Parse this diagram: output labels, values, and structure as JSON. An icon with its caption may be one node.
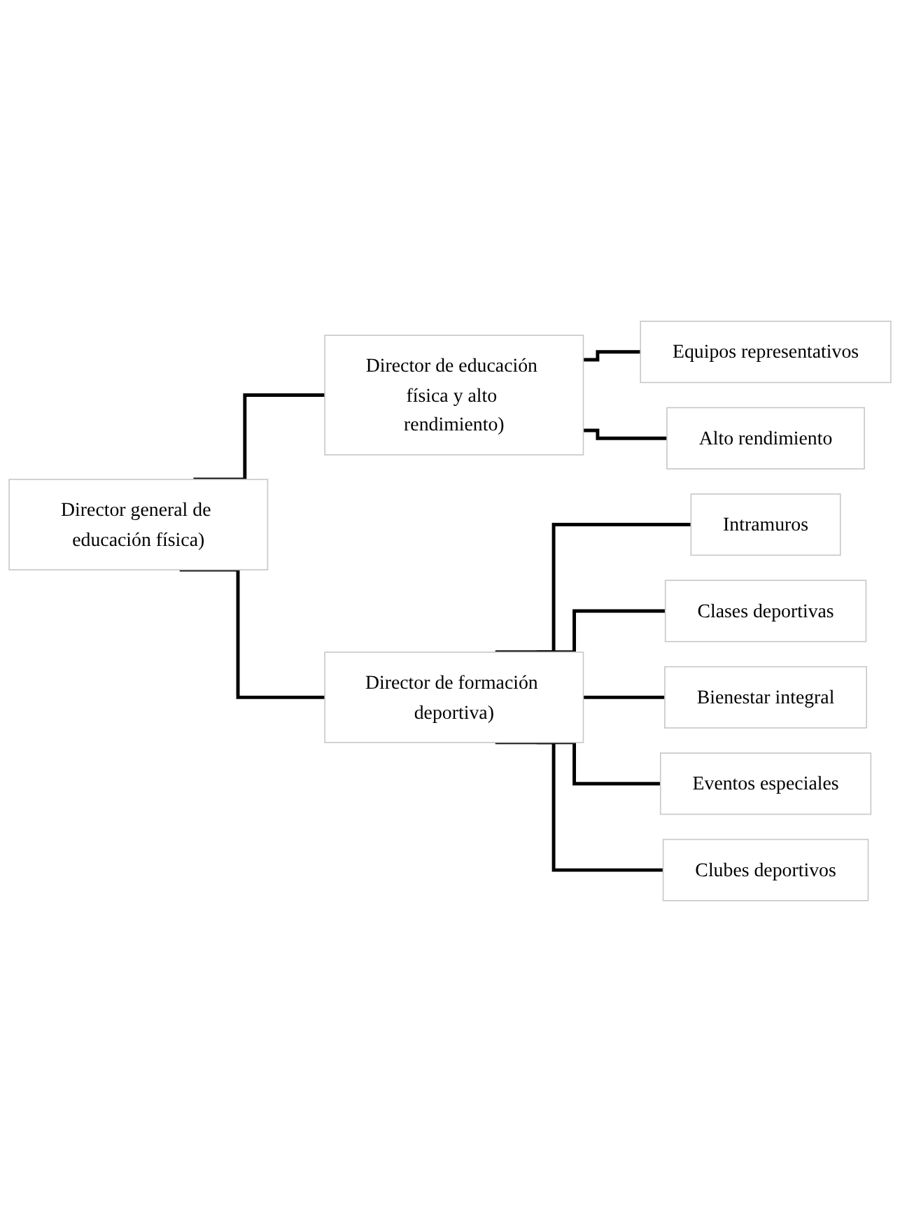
{
  "diagram": {
    "nodes": [
      {
        "text": [
          "Director general de educación física)"
        ]
      },
      {
        "text": [
          "Director de educación física y alto rendimiento)"
        ]
      },
      {
        "text": [
          "Director de formación deportiva)"
        ]
      },
      {
        "text": [
          "Equipos representativos"
        ]
      },
      {
        "text": [
          "Alto rendimiento"
        ]
      },
      {
        "text": [
          "Intramuros"
        ]
      },
      {
        "text": [
          "Clases deportivas"
        ]
      },
      {
        "text": [
          "Bienestar integral"
        ]
      },
      {
        "text": [
          "Eventos especiales"
        ]
      },
      {
        "text": [
          "Clubes deportivos"
        ]
      }
    ],
    "edges": [
      {
        "from": 0,
        "to": 1,
        "arrow": "none"
      },
      {
        "from": 0,
        "to": 2,
        "arrow": "none"
      },
      {
        "from": 1,
        "to": 3,
        "arrow": "none"
      },
      {
        "from": 1,
        "to": 4,
        "arrow": "none"
      },
      {
        "from": 2,
        "to": 5,
        "arrow": "none"
      },
      {
        "from": 2,
        "to": 6,
        "arrow": "none"
      },
      {
        "from": 2,
        "to": 7,
        "arrow": "none"
      },
      {
        "from": 2,
        "to": 8,
        "arrow": "none"
      },
      {
        "from": 2,
        "to": 9,
        "arrow": "none"
      }
    ]
  }
}
